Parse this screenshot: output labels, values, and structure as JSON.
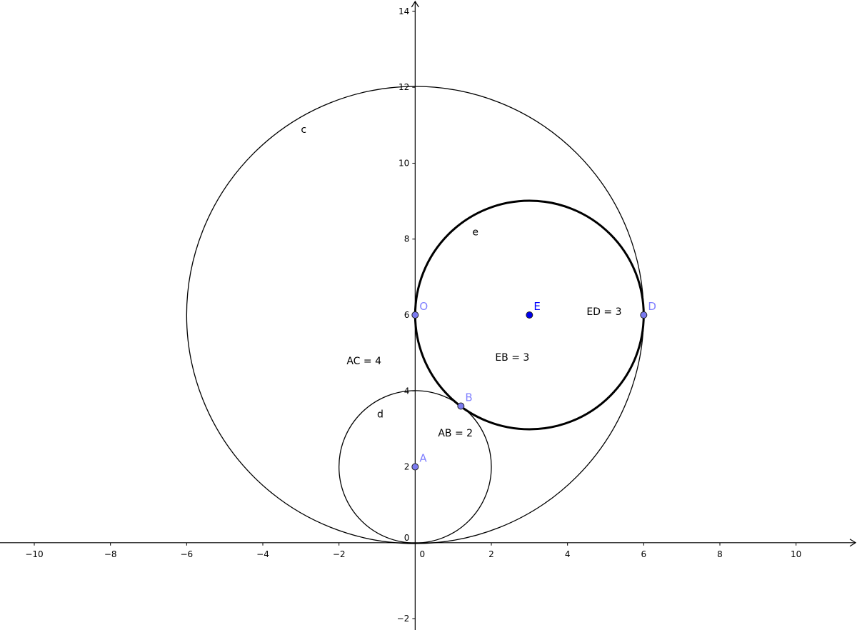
{
  "chart_data": {
    "type": "geometry",
    "xlim": [
      -10.9,
      11.6
    ],
    "ylim": [
      -2.3,
      14.3
    ],
    "x_ticks": [
      -10,
      -8,
      -6,
      -4,
      -2,
      0,
      2,
      4,
      6,
      8,
      10
    ],
    "y_ticks": [
      -2,
      0,
      2,
      4,
      6,
      8,
      10,
      12,
      14
    ],
    "circles": [
      {
        "name": "c",
        "center": [
          0,
          6
        ],
        "radius": 6,
        "bold": false,
        "label_at": [
          -3,
          10.8
        ]
      },
      {
        "name": "d",
        "center": [
          0,
          2
        ],
        "radius": 2,
        "bold": false,
        "label_at": [
          -1,
          3.3
        ]
      },
      {
        "name": "e",
        "center": [
          3,
          6
        ],
        "radius": 3,
        "bold": true,
        "label_at": [
          1.5,
          8.1
        ]
      }
    ],
    "points": [
      {
        "name": "O",
        "x": 0,
        "y": 6,
        "color": "#7b7bf0",
        "label_color": "#8080ff"
      },
      {
        "name": "A",
        "x": 0,
        "y": 2,
        "color": "#7b7bf0",
        "label_color": "#8080ff"
      },
      {
        "name": "B",
        "x": 1.2,
        "y": 3.6,
        "color": "#7b7bf0",
        "label_color": "#8080ff"
      },
      {
        "name": "D",
        "x": 6,
        "y": 6,
        "color": "#7b7bf0",
        "label_color": "#8080ff"
      },
      {
        "name": "E",
        "x": 3,
        "y": 6,
        "color": "#0000ee",
        "label_color": "#0000ff"
      }
    ],
    "annotations": [
      {
        "text": "AC = 4",
        "at": [
          -1.8,
          4.7
        ]
      },
      {
        "text": "EB = 3",
        "at": [
          2.1,
          4.8
        ]
      },
      {
        "text": "ED = 3",
        "at": [
          4.5,
          6.0
        ]
      },
      {
        "text": "AB = 2",
        "at": [
          0.6,
          2.8
        ]
      }
    ]
  }
}
